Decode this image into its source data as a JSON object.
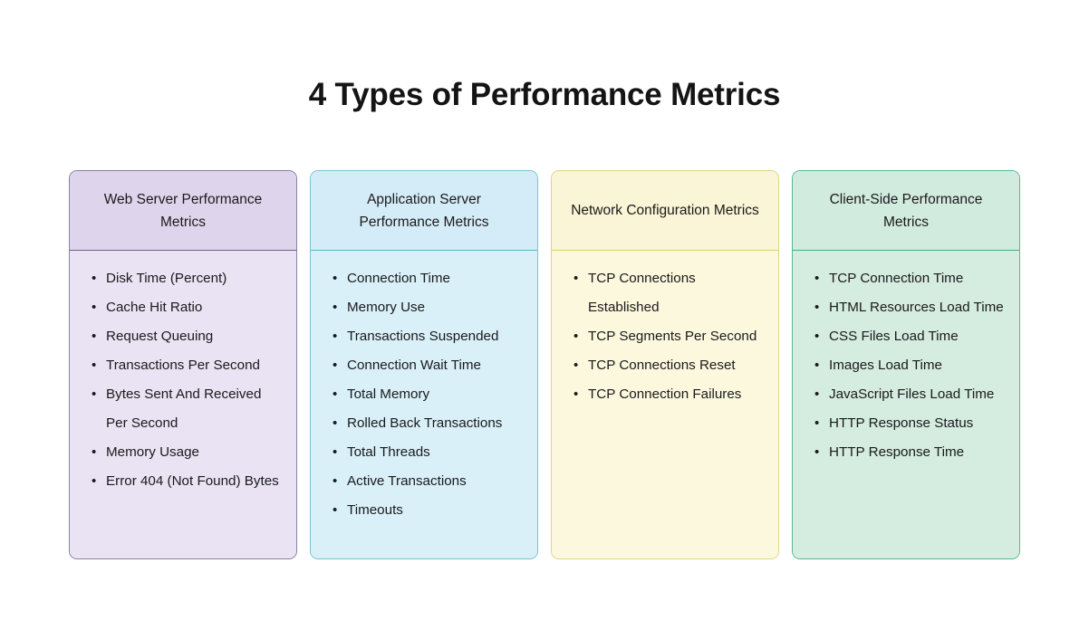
{
  "page": {
    "title": "4 Types of Performance Metrics",
    "background_color": "#ffffff",
    "text_color": "#1a1a1a",
    "bullet_glyph": "•"
  },
  "cards": [
    {
      "id": "web-server-performance-metrics",
      "title": "Web Server Performance Metrics",
      "accent_color": "#8b80a8",
      "header_fill": "#ded5ec",
      "body_fill": "#eae3f4",
      "items": [
        "Disk Time (Percent)",
        "Cache Hit Ratio",
        "Request Queuing",
        "Transactions Per Second",
        "Bytes Sent And Received Per Second",
        "Memory Usage",
        "Error 404 (Not Found) Bytes"
      ]
    },
    {
      "id": "application-server-performance-metrics",
      "title": "Application Server Performance Metrics",
      "accent_color": "#79c3d6",
      "header_fill": "#d4ecf7",
      "body_fill": "#d9f0f9",
      "items": [
        "Connection Time",
        "Memory Use",
        "Transactions Suspended",
        "Connection Wait Time",
        "Total Memory",
        "Rolled Back Transactions",
        "Total Threads",
        "Active Transactions",
        "Timeouts"
      ]
    },
    {
      "id": "network-configuration-metrics",
      "title": "Network Configuration Metrics",
      "accent_color": "#dcd688",
      "header_fill": "#faf5d6",
      "body_fill": "#fbf8de",
      "items": [
        "TCP Connections Established",
        "TCP Segments Per Second",
        "TCP Connections Reset",
        "TCP Connection Failures"
      ]
    },
    {
      "id": "client-side-performance-metrics",
      "title": "Client-Side Performance Metrics",
      "accent_color": "#5bb793",
      "header_fill": "#d2ebdf",
      "body_fill": "#d5ece1",
      "items": [
        "TCP Connection Time",
        "HTML Resources Load Time",
        "CSS Files Load Time",
        "Images Load Time",
        "JavaScript Files Load Time",
        "HTTP Response Status",
        "HTTP Response Time"
      ]
    }
  ]
}
